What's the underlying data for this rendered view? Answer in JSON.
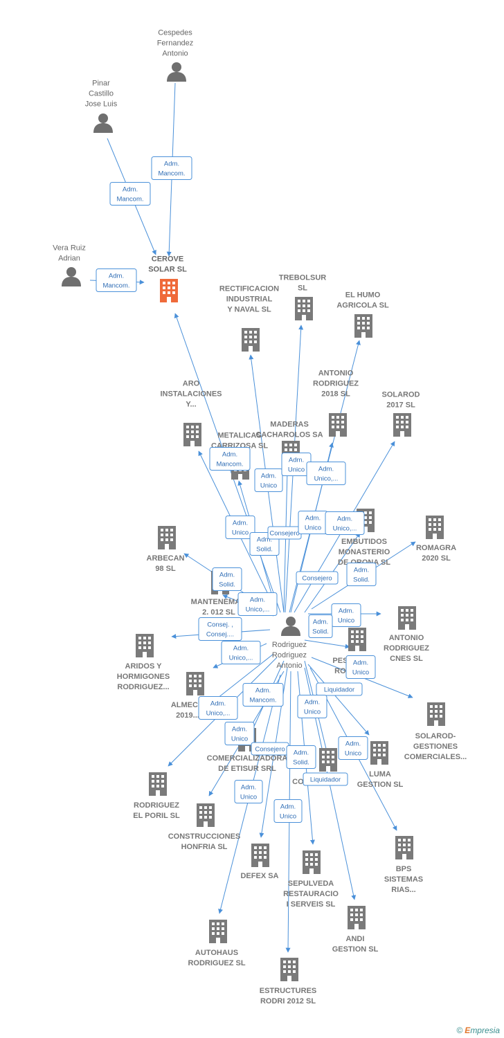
{
  "colors": {
    "edge": "#4a90d9",
    "company": "#7a7a7a",
    "highlight_company": "#ef6a3a",
    "person": "#6f6f6f"
  },
  "footer": {
    "copyright_symbol": "©",
    "brand_initial": "E",
    "brand_rest": "mpresia"
  },
  "people": [
    {
      "id": "cespedes",
      "lines": [
        "Cespedes",
        "Fernandez",
        "Antonio"
      ],
      "icon": "person-icon"
    },
    {
      "id": "pinar",
      "lines": [
        "Pinar",
        "Castillo",
        "Jose Luis"
      ],
      "icon": "person-icon"
    },
    {
      "id": "vera",
      "lines": [
        "Vera Ruiz",
        "Adrian"
      ],
      "icon": "person-icon"
    },
    {
      "id": "rodriguez",
      "lines": [
        "Rodriguez",
        "Rodriguez",
        "Antonio"
      ],
      "icon": "person-icon"
    }
  ],
  "companies": [
    {
      "id": "cerove",
      "lines": [
        "CEROVE",
        "SOLAR  SL"
      ],
      "highlight": true
    },
    {
      "id": "trebolsur",
      "lines": [
        "TREBOLSUR",
        "SL"
      ]
    },
    {
      "id": "rectificacion",
      "lines": [
        "RECTIFICACION",
        "INDUSTRIAL",
        "Y NAVAL SL"
      ]
    },
    {
      "id": "elhumo",
      "lines": [
        "EL HUMO",
        "AGRICOLA  SL"
      ]
    },
    {
      "id": "antonio2018",
      "lines": [
        "ANTONIO",
        "RODRIGUEZ",
        "2018  SL"
      ]
    },
    {
      "id": "solarod2017",
      "lines": [
        "SOLAROD",
        "2017  SL"
      ]
    },
    {
      "id": "aro",
      "lines": [
        "ARO",
        "INSTALACIONES",
        "Y..."
      ]
    },
    {
      "id": "maderas",
      "lines": [
        "MADERAS",
        "CACHAROLOS SA"
      ]
    },
    {
      "id": "metalicas",
      "lines": [
        "METALICAS",
        "CARRIZOSA SL"
      ]
    },
    {
      "id": "embutidos",
      "lines": [
        "EMBUTIDOS",
        "MONASTERIO",
        "DE ORONA  SL"
      ]
    },
    {
      "id": "romagra",
      "lines": [
        "ROMAGRA",
        "2020  SL"
      ]
    },
    {
      "id": "arbecan",
      "lines": [
        "ARBECAN",
        "98 SL"
      ]
    },
    {
      "id": "mantenema",
      "lines": [
        "MANTENEMA...",
        "2. 012 SL"
      ]
    },
    {
      "id": "antoniocnes",
      "lines": [
        "ANTONIO",
        "RODRIGUEZ",
        "CNES  SL"
      ]
    },
    {
      "id": "aridos",
      "lines": [
        "ARIDOS Y",
        "HORMIGONES",
        "RODRIGUEZ..."
      ]
    },
    {
      "id": "pes",
      "lines": [
        "PES...",
        "RO..."
      ]
    },
    {
      "id": "almec",
      "lines": [
        "ALMEC...",
        "2019..."
      ]
    },
    {
      "id": "solarodgest",
      "lines": [
        "SOLAROD-",
        "GESTIONES",
        "COMERCIALES..."
      ]
    },
    {
      "id": "comercializadora",
      "lines": [
        "COMERCIALIZADORA",
        "DE ETISUR SRL"
      ]
    },
    {
      "id": "co",
      "lines": [
        "CO..."
      ]
    },
    {
      "id": "luma",
      "lines": [
        "LUMA",
        "GESTION SL"
      ]
    },
    {
      "id": "rodriguezporil",
      "lines": [
        "RODRIGUEZ",
        "EL PORIL  SL"
      ]
    },
    {
      "id": "honfria",
      "lines": [
        "CONSTRUCCIONES",
        "HONFRIA  SL"
      ]
    },
    {
      "id": "defex",
      "lines": [
        "DEFEX SA"
      ]
    },
    {
      "id": "sepulveda",
      "lines": [
        "SEPULVEDA",
        "RESTAURACIO",
        "I SERVEIS SL"
      ]
    },
    {
      "id": "bps",
      "lines": [
        "BPS",
        "SISTEMAS",
        "RIAS..."
      ]
    },
    {
      "id": "andi",
      "lines": [
        "ANDI",
        "GESTION SL"
      ]
    },
    {
      "id": "autohaus",
      "lines": [
        "AUTOHAUS",
        "RODRIGUEZ SL"
      ]
    },
    {
      "id": "estructures",
      "lines": [
        "ESTRUCTURES",
        "RODRI 2012 SL"
      ]
    }
  ],
  "badges": [
    {
      "id": "b1",
      "lines": [
        "Adm.",
        "Mancom."
      ]
    },
    {
      "id": "b2",
      "lines": [
        "Adm.",
        "Mancom."
      ]
    },
    {
      "id": "b3",
      "lines": [
        "Adm.",
        "Mancom."
      ]
    },
    {
      "id": "b4",
      "lines": [
        "Adm.",
        "Mancom."
      ]
    },
    {
      "id": "b5",
      "lines": [
        "Adm.",
        "Unico"
      ]
    },
    {
      "id": "b6",
      "lines": [
        "Adm.",
        "Unico"
      ]
    },
    {
      "id": "b7",
      "lines": [
        "Adm.",
        "Unico,..."
      ]
    },
    {
      "id": "b8",
      "lines": [
        "Adm.",
        "Unico"
      ]
    },
    {
      "id": "b9",
      "lines": [
        "Adm.",
        "Solid."
      ]
    },
    {
      "id": "b10",
      "lines": [
        "Consejero"
      ]
    },
    {
      "id": "b11",
      "lines": [
        "Adm.",
        "Unico"
      ]
    },
    {
      "id": "b12",
      "lines": [
        "Adm.",
        "Unico,..."
      ]
    },
    {
      "id": "b13",
      "lines": [
        "Consejero"
      ]
    },
    {
      "id": "b14",
      "lines": [
        "Adm.",
        "Solid."
      ]
    },
    {
      "id": "b15",
      "lines": [
        "Adm.",
        "Solid."
      ]
    },
    {
      "id": "b16",
      "lines": [
        "Adm.",
        "Unico,..."
      ]
    },
    {
      "id": "b17",
      "lines": [
        "Adm.",
        "Unico"
      ]
    },
    {
      "id": "b18",
      "lines": [
        "Adm.",
        "Solid."
      ]
    },
    {
      "id": "b19",
      "lines": [
        "Consej. ,",
        "Consej...."
      ]
    },
    {
      "id": "b20",
      "lines": [
        "Adm.",
        "Unico,..."
      ]
    },
    {
      "id": "b21",
      "lines": [
        "Adm.",
        "Unico"
      ]
    },
    {
      "id": "b22",
      "lines": [
        "Liquidador"
      ]
    },
    {
      "id": "b23",
      "lines": [
        "Adm.",
        "Mancom."
      ]
    },
    {
      "id": "b24",
      "lines": [
        "Adm.",
        "Unico,..."
      ]
    },
    {
      "id": "b25",
      "lines": [
        "Adm.",
        "Unico"
      ]
    },
    {
      "id": "b26",
      "lines": [
        "Adm.",
        "Unico"
      ]
    },
    {
      "id": "b27",
      "lines": [
        "Consejero"
      ]
    },
    {
      "id": "b28",
      "lines": [
        "Adm.",
        "Solid."
      ]
    },
    {
      "id": "b29",
      "lines": [
        "Adm.",
        "Unico"
      ]
    },
    {
      "id": "b30",
      "lines": [
        "Liquidador"
      ]
    },
    {
      "id": "b31",
      "lines": [
        "Adm.",
        "Unico"
      ]
    },
    {
      "id": "b32",
      "lines": [
        "Adm.",
        "Unico"
      ]
    }
  ]
}
